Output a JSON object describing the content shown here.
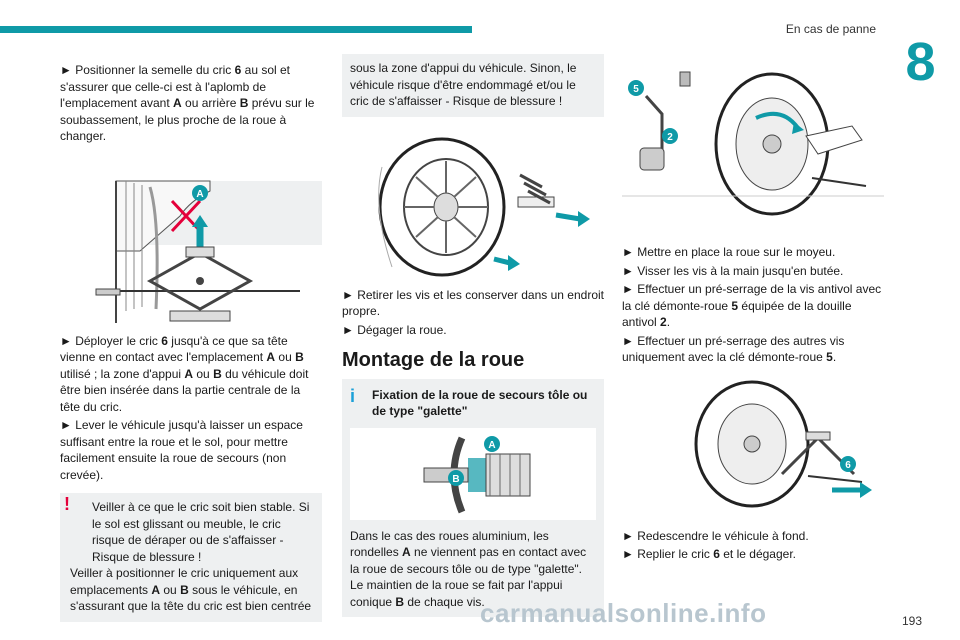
{
  "header": {
    "section": "En cas de panne",
    "chapter": "8"
  },
  "col1": {
    "p1": [
      "► Positionner la semelle du cric ",
      "6",
      " au sol et s'assurer que celle-ci est à l'aplomb de l'emplacement avant ",
      "A",
      " ou arrière ",
      "B",
      " prévu sur le soubassement, le plus proche de la roue à changer."
    ],
    "p2": [
      "► Déployer le cric ",
      "6",
      " jusqu'à ce que sa tête vienne en contact avec l'emplacement ",
      "A",
      " ou ",
      "B",
      " utilisé ; la zone d'appui ",
      "A",
      " ou ",
      "B",
      " du véhicule doit être bien insérée dans la partie centrale de la tête du cric."
    ],
    "p3": "► Lever le véhicule jusqu'à laisser un espace suffisant entre la roue et le sol, pour mettre facilement ensuite la roue de secours (non crevée).",
    "warning": {
      "mark": "!",
      "l1": "Veiller à ce que le cric soit bien stable. Si le sol est glissant ou meuble, le cric risque de déraper ou de s'affaisser - Risque de blessure !",
      "l2a": "Veiller à positionner le cric uniquement aux emplacements ",
      "A": "A",
      "l2b": " ou ",
      "B": "B",
      "l2c": " sous le véhicule, en s'assurant que la tête du cric est bien centrée"
    },
    "fig_label": "A"
  },
  "col2": {
    "cont": "sous la zone d'appui du véhicule. Sinon, le véhicule risque d'être endommagé et/ou le cric de s'affaisser - Risque de blessure !",
    "p1": "► Retirer les vis et les conserver dans un endroit propre.",
    "p2": "► Dégager la roue.",
    "heading": "Montage de la roue",
    "info": {
      "mark": "i",
      "title": "Fixation de la roue de secours tôle ou de type \"galette\"",
      "body_a": "Dans le cas des roues aluminium, les rondelles ",
      "A": "A",
      "body_b": " ne viennent pas en contact avec la roue de secours tôle ou de type \"galette\". Le maintien de la roue se fait par l'appui conique ",
      "B": "B",
      "body_c": " de chaque vis.",
      "fig_a": "A",
      "fig_b": "B"
    }
  },
  "col3": {
    "fig_5": "5",
    "fig_2": "2",
    "p1": "► Mettre en place la roue sur le moyeu.",
    "p2": "► Visser les vis à la main jusqu'en butée.",
    "p3a": "► Effectuer un pré-serrage de la vis antivol avec la clé démonte-roue ",
    "p3_5": "5",
    "p3b": " équipée de la douille antivol ",
    "p3_2": "2",
    "p3c": ".",
    "p4a": "► Effectuer un pré-serrage des autres vis uniquement avec la clé démonte-roue ",
    "p4_5": "5",
    "p4b": ".",
    "fig_6": "6",
    "p5": "► Redescendre le véhicule à fond.",
    "p6a": "► Replier le cric ",
    "p6_6": "6",
    "p6b": " et le dégager."
  },
  "footer": {
    "page": "193",
    "watermark": "carmanualsonline.info"
  },
  "colors": {
    "accent": "#0f9aa7",
    "warning": "#e4003a",
    "info": "#1ba0d8",
    "box_bg": "#eef0f1"
  }
}
